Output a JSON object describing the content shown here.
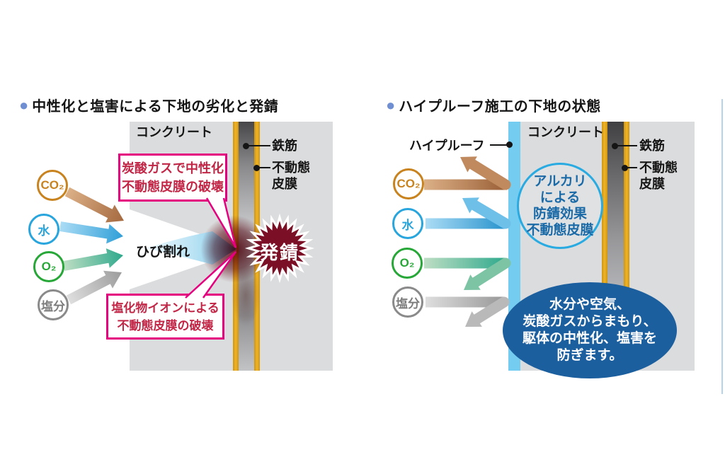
{
  "left_panel": {
    "title_bullet": "●",
    "title": "中性化と塩害による下地の劣化と発錆",
    "concrete_label": "コンクリート",
    "rebar_label": "鉄筋",
    "passive_film_line1": "不動態",
    "passive_film_line2": "皮膜",
    "crack_label": "ひび割れ",
    "rust_label": "発錆",
    "callout_carbonation": {
      "line1": "炭酸ガスで中性化",
      "line2": "不動態皮膜の破壊"
    },
    "callout_chloride": {
      "line1": "塩化物イオンによる",
      "line2": "不動態皮膜の破壊"
    },
    "factors": [
      {
        "id": "co2",
        "label": "CO₂",
        "color": "#c8821e"
      },
      {
        "id": "water",
        "label": "水",
        "color": "#29a5dd"
      },
      {
        "id": "o2",
        "label": "O₂",
        "color": "#27a737"
      },
      {
        "id": "salt",
        "label": "塩分",
        "color": "#8a8a8a"
      }
    ]
  },
  "right_panel": {
    "title_bullet": "●",
    "title": "ハイプルーフ施工の下地の状態",
    "coating_label": "ハイプルーフ",
    "concrete_label": "コンクリート",
    "rebar_label": "鉄筋",
    "passive_film_line1": "不動態",
    "passive_film_line2": "皮膜",
    "alkali_circle": {
      "line1": "アルカリ",
      "line2": "による",
      "line3": "防錆効果",
      "line4": "不動態皮膜"
    },
    "protection_note": {
      "line1": "水分や空気、",
      "line2": "炭酸ガスからまもり、",
      "line3": "駆体の中性化、塩害を",
      "line4": "防ぎます。"
    },
    "factors": [
      {
        "id": "co2",
        "label": "CO₂",
        "color": "#c8821e"
      },
      {
        "id": "water",
        "label": "水",
        "color": "#29a5dd"
      },
      {
        "id": "o2",
        "label": "O₂",
        "color": "#27a737"
      },
      {
        "id": "salt",
        "label": "塩分",
        "color": "#8a8a8a"
      }
    ]
  },
  "colors": {
    "accent_pink": "#e4007f",
    "callout_text_red": "#c22646",
    "rust_maroon": "#7a0f26",
    "concrete_gray": "#dbdcdd",
    "passive_film_yellow": "#e0a315",
    "coating_blue": "#74cdf1",
    "note_ellipse_blue": "#1c5f9f",
    "alkali_text_blue": "#1a6aa8",
    "alkali_ring_blue": "#29abe2",
    "title_bullet_blue": "#6f8fd2",
    "co2_brown": "#c8821e",
    "water_blue": "#29a5dd",
    "o2_green": "#27a737",
    "salt_gray": "#8a8a8a"
  }
}
